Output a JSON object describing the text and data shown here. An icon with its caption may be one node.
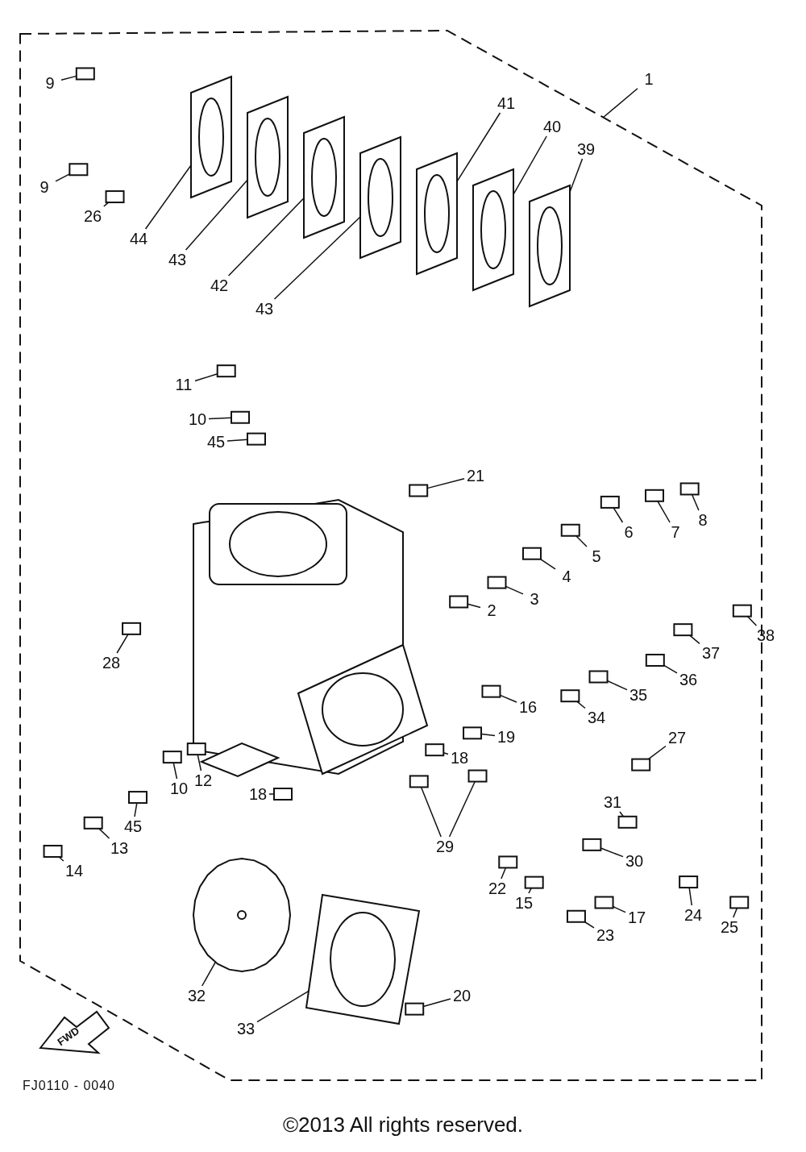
{
  "diagram": {
    "caption": "©2013 All rights reserved.",
    "nodes": [
      {
        "text": [
          "1"
        ]
      },
      {
        "text": [
          "9"
        ]
      },
      {
        "text": [
          "41"
        ]
      },
      {
        "text": [
          "40"
        ]
      },
      {
        "text": [
          "39"
        ]
      },
      {
        "text": [
          "9"
        ]
      },
      {
        "text": [
          "26"
        ]
      },
      {
        "text": [
          "44"
        ]
      },
      {
        "text": [
          "43"
        ]
      },
      {
        "text": [
          "42"
        ]
      },
      {
        "text": [
          "43"
        ]
      },
      {
        "text": [
          "11"
        ]
      },
      {
        "text": [
          "10"
        ]
      },
      {
        "text": [
          "45"
        ]
      },
      {
        "text": [
          "21"
        ]
      },
      {
        "text": [
          "8"
        ]
      },
      {
        "text": [
          "7"
        ]
      },
      {
        "text": [
          "6"
        ]
      },
      {
        "text": [
          "5"
        ]
      },
      {
        "text": [
          "4"
        ]
      },
      {
        "text": [
          "3"
        ]
      },
      {
        "text": [
          "2"
        ]
      },
      {
        "text": [
          "38"
        ]
      },
      {
        "text": [
          "37"
        ]
      },
      {
        "text": [
          "28"
        ]
      },
      {
        "text": [
          "36"
        ]
      },
      {
        "text": [
          "35"
        ]
      },
      {
        "text": [
          "16"
        ]
      },
      {
        "text": [
          "34"
        ]
      },
      {
        "text": [
          "27"
        ]
      },
      {
        "text": [
          "19"
        ]
      },
      {
        "text": [
          "18"
        ]
      },
      {
        "text": [
          "12"
        ]
      },
      {
        "text": [
          "10"
        ]
      },
      {
        "text": [
          "18"
        ]
      },
      {
        "text": [
          "31"
        ]
      },
      {
        "text": [
          "45"
        ]
      },
      {
        "text": [
          "29"
        ]
      },
      {
        "text": [
          "13"
        ]
      },
      {
        "text": [
          "14"
        ]
      },
      {
        "text": [
          "30"
        ]
      },
      {
        "text": [
          "22"
        ]
      },
      {
        "text": [
          "15"
        ]
      },
      {
        "text": [
          "17"
        ]
      },
      {
        "text": [
          "24"
        ]
      },
      {
        "text": [
          "23"
        ]
      },
      {
        "text": [
          "25"
        ]
      },
      {
        "text": [
          "32"
        ]
      },
      {
        "text": [
          "20"
        ]
      },
      {
        "text": [
          "33"
        ]
      },
      {
        "text": [],
        "shape": "box"
      },
      {
        "text": [],
        "shape": "picture"
      },
      {
        "text": [],
        "shape": "picture"
      },
      {
        "text": [],
        "shape": "picture"
      },
      {
        "text": [],
        "shape": "box"
      },
      {
        "text": [],
        "shape": "box"
      },
      {
        "text": [],
        "shape": "picture"
      },
      {
        "text": [],
        "shape": "picture"
      },
      {
        "text": [],
        "shape": "picture"
      },
      {
        "text": [],
        "shape": "picture"
      },
      {
        "text": [],
        "shape": "box"
      },
      {
        "text": [],
        "shape": "box"
      },
      {
        "text": [],
        "shape": "box"
      },
      {
        "text": [],
        "shape": "box"
      },
      {
        "text": [],
        "shape": "box"
      },
      {
        "text": [],
        "shape": "box"
      },
      {
        "text": [],
        "shape": "box"
      },
      {
        "text": [],
        "shape": "box"
      },
      {
        "text": [],
        "shape": "box"
      },
      {
        "text": [],
        "shape": "box"
      },
      {
        "text": [],
        "shape": "box"
      },
      {
        "text": [],
        "shape": "box"
      },
      {
        "text": [],
        "shape": "box"
      },
      {
        "text": [],
        "shape": "box"
      },
      {
        "text": [],
        "shape": "box"
      },
      {
        "text": [],
        "shape": "box"
      },
      {
        "text": [],
        "shape": "box"
      },
      {
        "text": [],
        "shape": "box"
      },
      {
        "text": [],
        "shape": "box"
      },
      {
        "text": [],
        "shape": "box"
      },
      {
        "text": [],
        "shape": "box"
      },
      {
        "text": [],
        "shape": "box"
      },
      {
        "text": [],
        "shape": "box"
      },
      {
        "text": [],
        "shape": "box"
      },
      {
        "text": [],
        "shape": "box"
      },
      {
        "text": [],
        "shape": "box"
      },
      {
        "text": [],
        "shape": "box"
      },
      {
        "text": [],
        "shape": "box"
      },
      {
        "text": [],
        "shape": "box"
      },
      {
        "text": [],
        "shape": "box"
      },
      {
        "text": [],
        "shape": "box"
      },
      {
        "text": [],
        "shape": "box"
      },
      {
        "text": [],
        "shape": "box"
      },
      {
        "text": [],
        "shape": "box"
      },
      {
        "text": [],
        "shape": "box"
      },
      {
        "text": [],
        "shape": "box"
      },
      {
        "text": [],
        "shape": "box"
      },
      {
        "text": [],
        "shape": "picture"
      },
      {
        "text": [],
        "shape": "box"
      },
      {
        "text": [],
        "shape": "picture"
      }
    ],
    "edges": [
      {
        "from": 0,
        "to": null,
        "arrow": "none"
      },
      {
        "from": 1,
        "to": 50,
        "arrow": "none"
      },
      {
        "from": 2,
        "to": 51,
        "arrow": "none"
      },
      {
        "from": 3,
        "to": 52,
        "arrow": "none"
      },
      {
        "from": 4,
        "to": 53,
        "arrow": "none"
      },
      {
        "from": 5,
        "to": 54,
        "arrow": "none"
      },
      {
        "from": 6,
        "to": 55,
        "arrow": "none"
      },
      {
        "from": 7,
        "to": 56,
        "arrow": "none"
      },
      {
        "from": 8,
        "to": 57,
        "arrow": "none"
      },
      {
        "from": 9,
        "to": 58,
        "arrow": "none"
      },
      {
        "from": 10,
        "to": 59,
        "arrow": "none"
      },
      {
        "from": 11,
        "to": 60,
        "arrow": "none"
      },
      {
        "from": 12,
        "to": 61,
        "arrow": "none"
      },
      {
        "from": 13,
        "to": 62,
        "arrow": "none"
      },
      {
        "from": 14,
        "to": 63,
        "arrow": "none"
      },
      {
        "from": 15,
        "to": 64,
        "arrow": "none"
      },
      {
        "from": 16,
        "to": 65,
        "arrow": "none"
      },
      {
        "from": 17,
        "to": 66,
        "arrow": "none"
      },
      {
        "from": 18,
        "to": 67,
        "arrow": "none"
      },
      {
        "from": 19,
        "to": 68,
        "arrow": "none"
      },
      {
        "from": 20,
        "to": 69,
        "arrow": "none"
      },
      {
        "from": 21,
        "to": 70,
        "arrow": "none"
      },
      {
        "from": 22,
        "to": 71,
        "arrow": "none"
      },
      {
        "from": 23,
        "to": 72,
        "arrow": "none"
      },
      {
        "from": 24,
        "to": 73,
        "arrow": "none"
      },
      {
        "from": 25,
        "to": 74,
        "arrow": "none"
      },
      {
        "from": 26,
        "to": 75,
        "arrow": "none"
      },
      {
        "from": 27,
        "to": 76,
        "arrow": "none"
      },
      {
        "from": 28,
        "to": 77,
        "arrow": "none"
      },
      {
        "from": 29,
        "to": 78,
        "arrow": "none"
      },
      {
        "from": 30,
        "to": 79,
        "arrow": "none"
      },
      {
        "from": 31,
        "to": 80,
        "arrow": "none"
      },
      {
        "from": 32,
        "to": 81,
        "arrow": "none"
      },
      {
        "from": 33,
        "to": 82,
        "arrow": "none"
      },
      {
        "from": 34,
        "to": 83,
        "arrow": "none"
      },
      {
        "from": 35,
        "to": 84,
        "arrow": "none"
      },
      {
        "from": 36,
        "to": 85,
        "arrow": "none"
      },
      {
        "from": 37,
        "to": 86,
        "arrow": "none"
      },
      {
        "from": 37,
        "to": 87,
        "arrow": "none"
      },
      {
        "from": 38,
        "to": 88,
        "arrow": "none"
      },
      {
        "from": 39,
        "to": 89,
        "arrow": "none"
      },
      {
        "from": 40,
        "to": 90,
        "arrow": "none"
      },
      {
        "from": 41,
        "to": 91,
        "arrow": "none"
      },
      {
        "from": 42,
        "to": 92,
        "arrow": "none"
      },
      {
        "from": 43,
        "to": 93,
        "arrow": "none"
      },
      {
        "from": 44,
        "to": 94,
        "arrow": "none"
      },
      {
        "from": 45,
        "to": 95,
        "arrow": "none"
      },
      {
        "from": 46,
        "to": 96,
        "arrow": "none"
      },
      {
        "from": 47,
        "to": 97,
        "arrow": "none"
      },
      {
        "from": 48,
        "to": 98,
        "arrow": "none"
      },
      {
        "from": 49,
        "to": 99,
        "arrow": "none"
      }
    ],
    "labels": [
      "FWD",
      "FJ0110 - 0040"
    ]
  }
}
